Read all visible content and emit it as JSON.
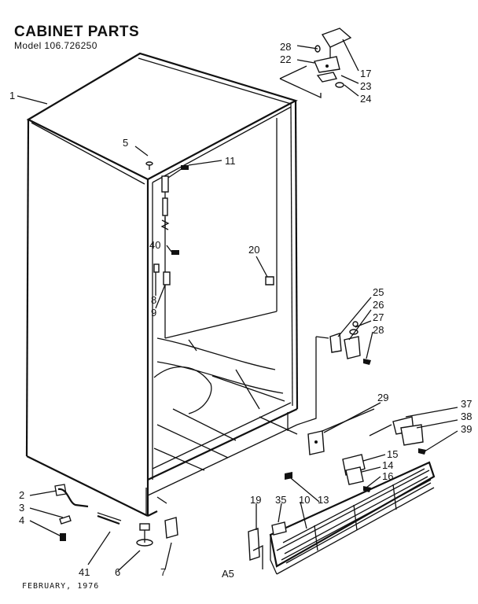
{
  "header": {
    "title": "CABINET PARTS",
    "model": "Model  106.726250"
  },
  "footer": {
    "date": "FEBRUARY,  1976"
  },
  "stamp": "A5",
  "callouts": {
    "c1": "1",
    "c2": "2",
    "c3": "3",
    "c4": "4",
    "c5": "5",
    "c6": "6",
    "c7": "7",
    "c8": "8",
    "c9": "9",
    "c10": "10",
    "c11": "11",
    "c13": "13",
    "c14": "14",
    "c15": "15",
    "c16": "16",
    "c17": "17",
    "c19": "19",
    "c20": "20",
    "c22": "22",
    "c23": "23",
    "c24": "24",
    "c25": "25",
    "c26": "26",
    "c27": "27",
    "c28a": "28",
    "c28b": "28",
    "c29": "29",
    "c35": "35",
    "c37": "37",
    "c38": "38",
    "c39": "39",
    "c40": "40",
    "c41": "41"
  }
}
